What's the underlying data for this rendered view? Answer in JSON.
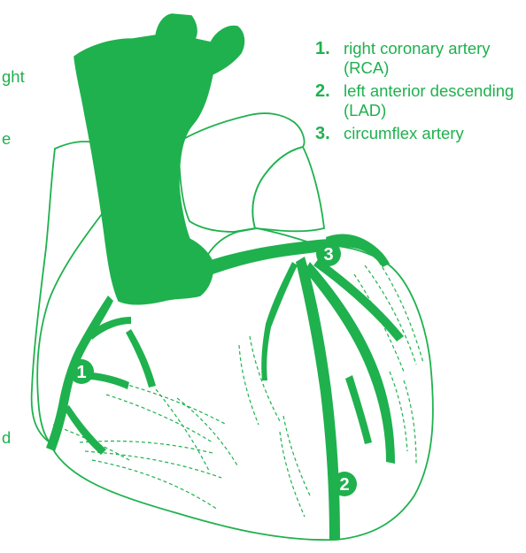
{
  "legend": {
    "items": [
      {
        "num": "1.",
        "text": "right coronary artery (RCA)"
      },
      {
        "num": "2.",
        "text": "left anterior descending (LAD)"
      },
      {
        "num": "3.",
        "text": "circumflex artery"
      }
    ]
  },
  "edge_text": {
    "fragment_1": "ght",
    "fragment_2": "e",
    "fragment_3": "d"
  },
  "markers": {
    "m1": "1",
    "m2": "2",
    "m3": "3"
  },
  "colors": {
    "artery_green": "#1fb14e",
    "outline": "#1fb14e",
    "background": "#ffffff"
  }
}
